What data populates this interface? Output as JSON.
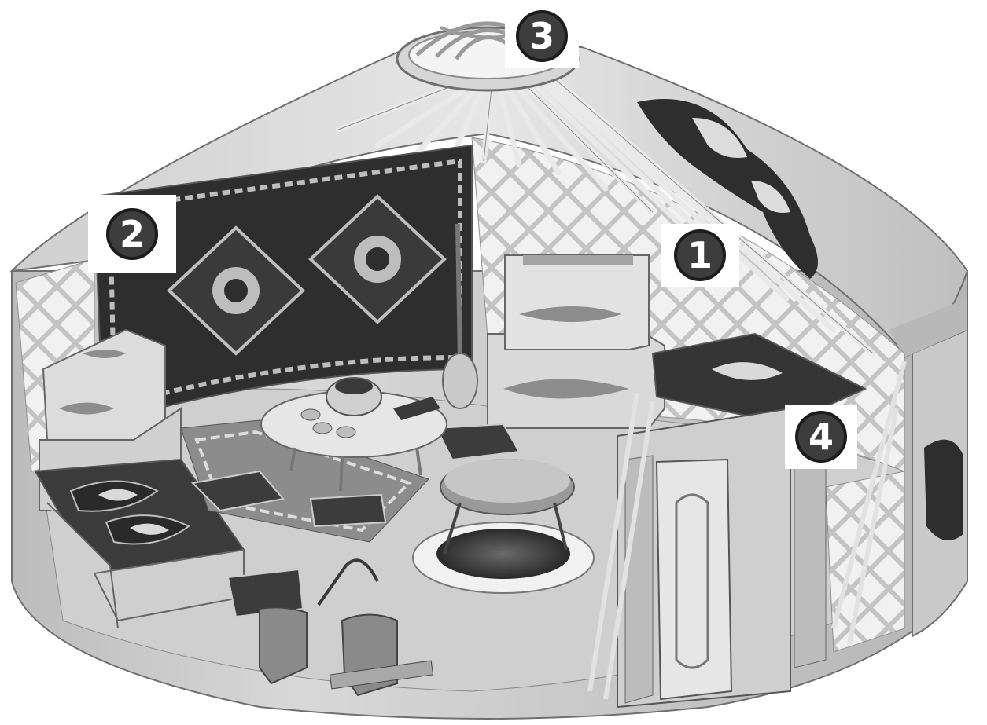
{
  "markers": [
    {
      "id": "1",
      "label": "1"
    },
    {
      "id": "2",
      "label": "2"
    },
    {
      "id": "3",
      "label": "3"
    },
    {
      "id": "4",
      "label": "4"
    }
  ],
  "colors": {
    "felt": "#dcdcdc",
    "felt_shade": "#a9a9a9",
    "lattice": "#efefef",
    "carpet_dark": "#2e2e2e",
    "ornament": "#bdbdbd",
    "marker_fill": "#3d3d3d"
  }
}
